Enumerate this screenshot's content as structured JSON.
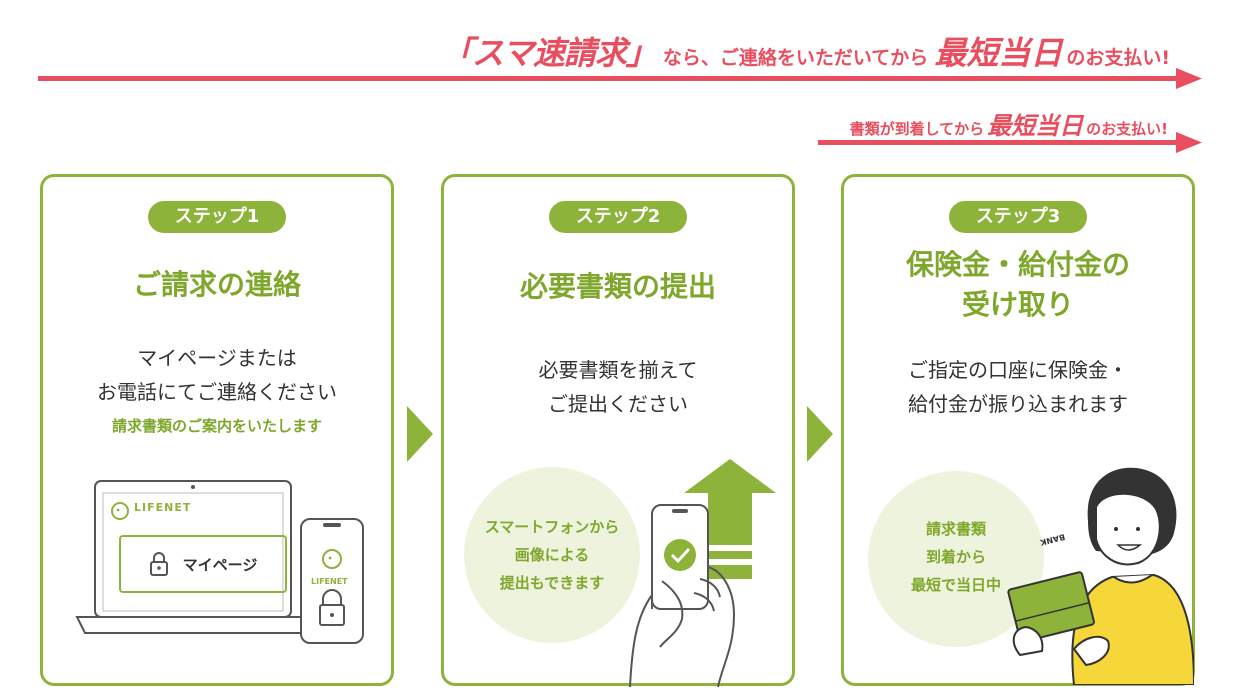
{
  "banner_primary": {
    "brand": "「スマ速請求」",
    "middle": "なら、ご連絡をいただいてから",
    "highlight": "最短当日",
    "tail": "のお支払い!"
  },
  "banner_secondary": {
    "lead": "書類が到着してから",
    "highlight": "最短当日",
    "tail": "のお支払い!"
  },
  "colors": {
    "accent_green": "#8db33a",
    "accent_red": "#e94e5f",
    "circle_bg": "#eef3dd"
  },
  "steps": [
    {
      "badge": "ステップ1",
      "title": "ご請求の連絡",
      "desc_line1": "マイページまたは",
      "desc_line2": "お電話にてご連絡ください",
      "note": "請求書類のご案内をいたします",
      "laptop_logo": "LIFENET",
      "mypage_button": "マイページ",
      "phone_logo": "LIFENET",
      "icons": [
        "laptop-icon",
        "lock-icon",
        "smartphone-icon"
      ]
    },
    {
      "badge": "ステップ2",
      "title": "必要書類の提出",
      "desc_line1": "必要書類を揃えて",
      "desc_line2": "ご提出ください",
      "bubble_line1": "スマートフォンから",
      "bubble_line2": "画像による",
      "bubble_line3": "提出もできます",
      "icons": [
        "upload-arrow-icon",
        "hand-smartphone-icon",
        "check-icon"
      ]
    },
    {
      "badge": "ステップ3",
      "title_line1": "保険金・給付金の",
      "title_line2": "受け取り",
      "desc_line1": "ご指定の口座に保険金・",
      "desc_line2": "給付金が振り込まれます",
      "bubble_line1": "請求書類",
      "bubble_line2": "到着から",
      "bubble_line3": "最短で当日中",
      "bankbook_label": "BANK",
      "icons": [
        "person-with-bankbook-icon"
      ]
    }
  ]
}
